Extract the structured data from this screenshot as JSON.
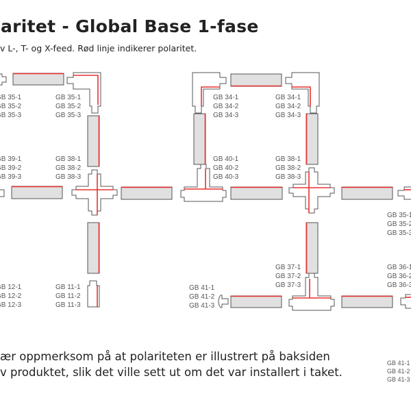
{
  "header": {
    "title": "aritet - Global Base 1-fase",
    "subtitle": "v L-, T- og X-feed. Rød linje indikerer polaritet."
  },
  "note": {
    "line1": "ær oppmerksom på at polariteten er illustrert på baksiden",
    "line2": "v produktet, slik det ville sett ut om det var installert i taket."
  },
  "labels": {
    "gb35_left": [
      "GB 35-1",
      "GB 35-2",
      "GB 35-3"
    ],
    "gb35_mid": [
      "GB 35-1",
      "GB 35-2",
      "GB 35-3"
    ],
    "gb39": [
      "GB 39-1",
      "GB 39-2",
      "GB 39-3"
    ],
    "gb38_left": [
      "GB 38-1",
      "GB 38-2",
      "GB 38-3"
    ],
    "gb12": [
      "GB 12-1",
      "GB 12-2",
      "GB 12-3"
    ],
    "gb11": [
      "GB 11-1",
      "GB 11-2",
      "GB 11-3"
    ],
    "gb34_left": [
      "GB 34-1",
      "GB 34-2",
      "GB 34-3"
    ],
    "gb34_right": [
      "GB 34-1",
      "GB 34-2",
      "GB 34-3"
    ],
    "gb40": [
      "GB 40-1",
      "GB 40-2",
      "GB 40-3"
    ],
    "gb38_right": [
      "GB 38-1",
      "GB 38-2",
      "GB 38-3"
    ],
    "gb35_right": [
      "GB 35-1",
      "GB 35-2",
      "GB 35-3"
    ],
    "gb37": [
      "GB 37-1",
      "GB 37-2",
      "GB 37-3"
    ],
    "gb36": [
      "GB 36-1",
      "GB 36-2",
      "GB 36-3"
    ],
    "gb41": [
      "GB 41-1",
      "GB 41-2",
      "GB 41-3"
    ],
    "gb41_bottom": [
      "GB 41-1",
      "GB 41-2",
      "GB 41-3"
    ]
  },
  "colors": {
    "polarity": "#e8312f",
    "rail": "#e0e0e0",
    "outline": "#555555"
  }
}
